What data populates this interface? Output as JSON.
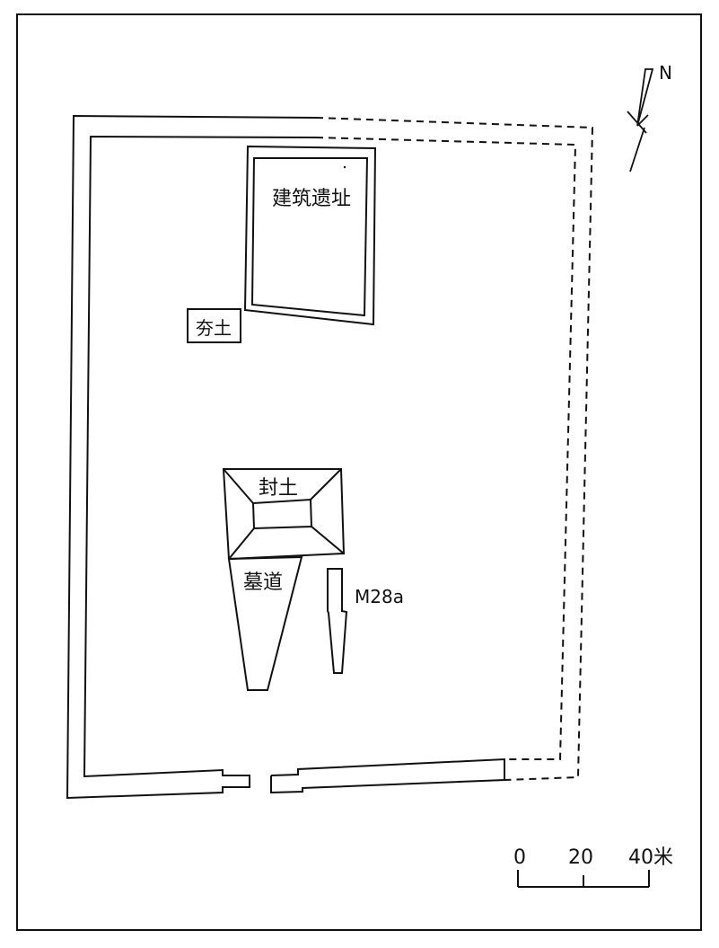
{
  "labels": {
    "building_site": "建筑遗址",
    "rammed_earth": "夯土",
    "mound": "封土",
    "tomb_passage": "墓道",
    "tomb_id": "M28a",
    "north": "N"
  },
  "scale_bar": {
    "ticks": [
      "0",
      "20",
      "40米"
    ]
  },
  "colors": {
    "ink": "#111111",
    "paper": "#ffffff"
  }
}
